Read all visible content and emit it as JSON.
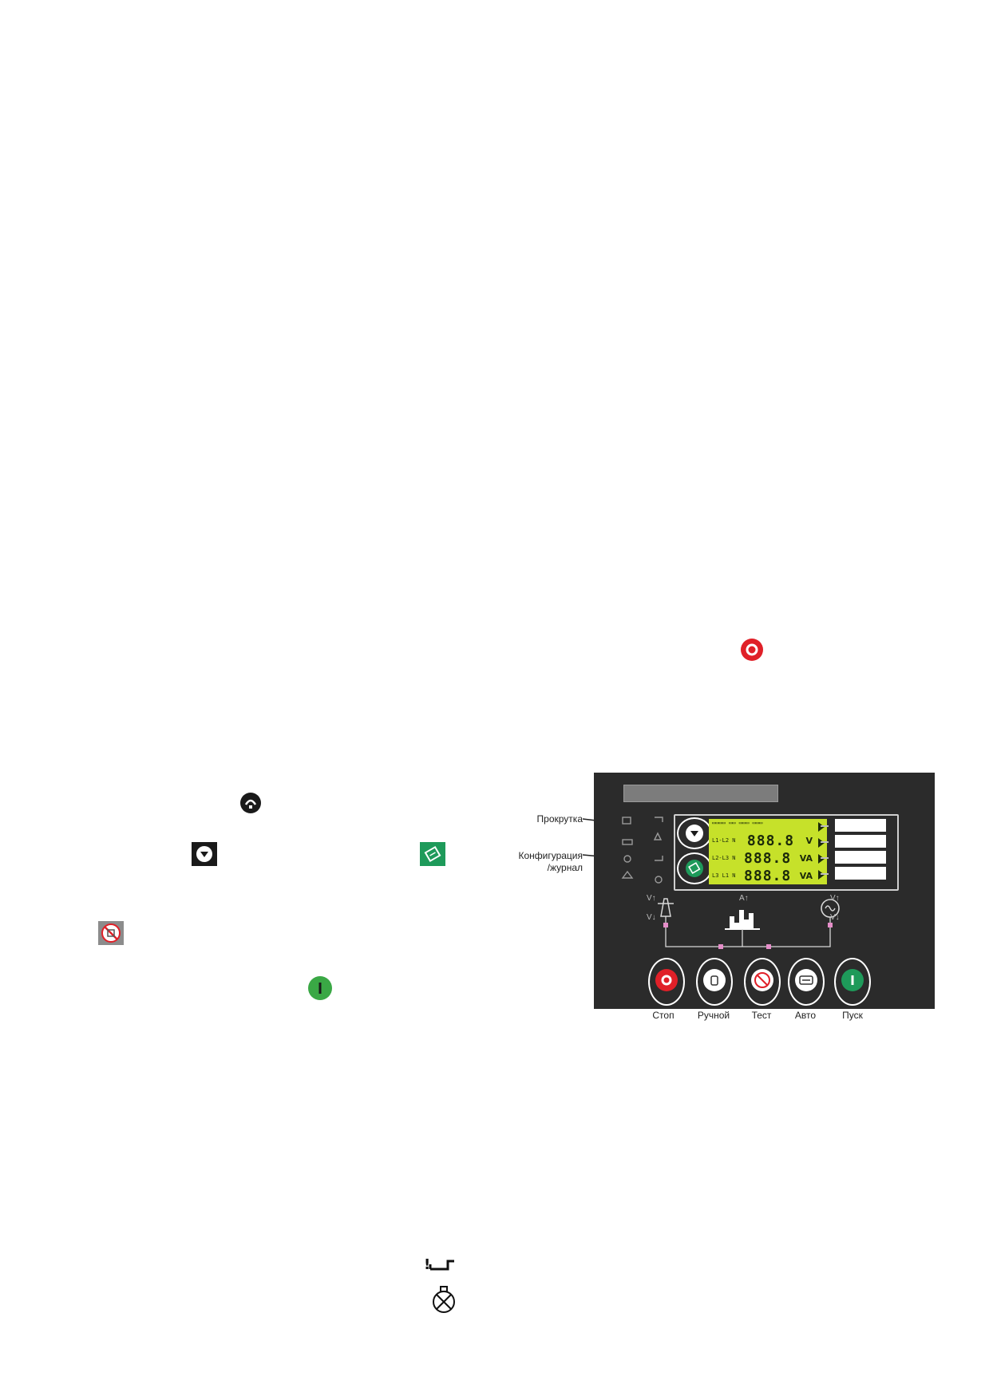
{
  "figure": {
    "callouts": {
      "scroll": "Прокрутка",
      "config_line1": "Конфигурация",
      "config_line2": "/журнал"
    },
    "buttons": [
      {
        "label": "Стоп",
        "color": "#e02028",
        "icon": "stop-icon"
      },
      {
        "label": "Ручной",
        "color": "#ffffff",
        "icon": "hand-icon"
      },
      {
        "label": "Тест",
        "color": "#ffffff",
        "icon": "test-icon"
      },
      {
        "label": "Авто",
        "color": "#ffffff",
        "icon": "auto-icon"
      },
      {
        "label": "Пуск",
        "color": "#1e9a5a",
        "icon": "start-icon"
      }
    ],
    "lcd": {
      "rows": [
        {
          "left": "L1-L2 N",
          "digits": "888.8",
          "unit": "V"
        },
        {
          "left": "L2-L3 N",
          "digits": "888.8",
          "unit": "VA"
        },
        {
          "left": "L3 L1 N",
          "digits": "888.8",
          "unit": "VA"
        }
      ]
    },
    "side_labels": {
      "left_top": "V↑",
      "left_bottom": "V↓",
      "center": "A↑",
      "right_top": "V↑",
      "right_bottom": "V↓"
    }
  },
  "colors": {
    "stop_red": "#e02028",
    "start_green": "#3aa845",
    "config_green": "#1e9a5a",
    "lcd_green": "#c6e12a",
    "panel_dark": "#2b2b2b"
  }
}
